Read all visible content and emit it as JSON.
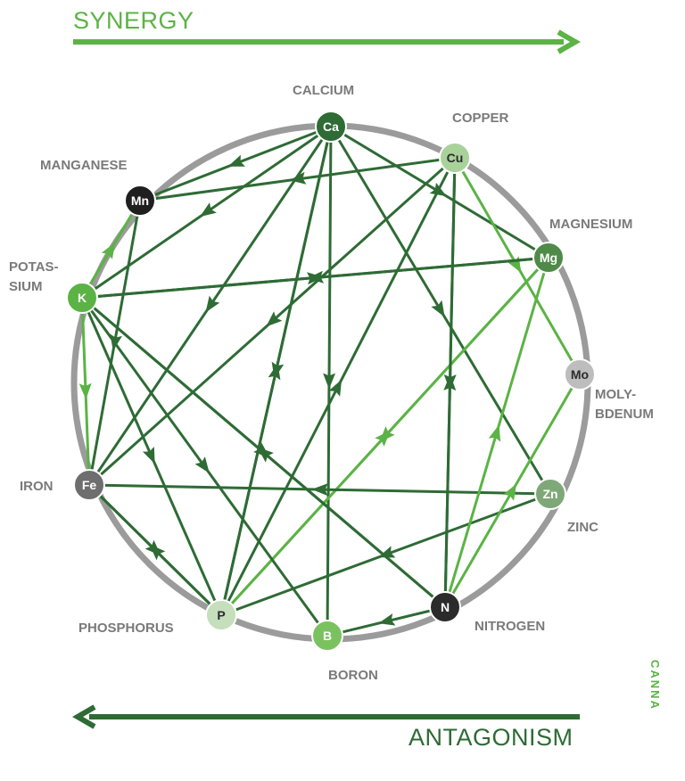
{
  "legend": {
    "synergy_label": "SYNERGY",
    "antagonism_label": "ANTAGONISM",
    "synergy_color": "#5bb345",
    "antagonism_color": "#2e6b35"
  },
  "brand": {
    "name": "CANNA"
  },
  "nodes": [
    {
      "id": "Ca",
      "symbol": "Ca",
      "name_lines": [
        "CALCIUM"
      ],
      "fill": "#2e6b35",
      "text_color": "#ffffff"
    },
    {
      "id": "Cu",
      "symbol": "Cu",
      "name_lines": [
        "COPPER"
      ],
      "fill": "#a9d29b",
      "text_color": "#2b2b2b"
    },
    {
      "id": "Mg",
      "symbol": "Mg",
      "name_lines": [
        "MAGNESIUM"
      ],
      "fill": "#4f8a48",
      "text_color": "#ffffff"
    },
    {
      "id": "Mo",
      "symbol": "Mo",
      "name_lines": [
        "MOLY-",
        "BDENUM"
      ],
      "fill": "#bdbdbd",
      "text_color": "#2b2b2b"
    },
    {
      "id": "Zn",
      "symbol": "Zn",
      "name_lines": [
        "ZINC"
      ],
      "fill": "#7fa878",
      "text_color": "#ffffff"
    },
    {
      "id": "N",
      "symbol": "N",
      "name_lines": [
        "NITROGEN"
      ],
      "fill": "#2b2b2b",
      "text_color": "#ffffff"
    },
    {
      "id": "B",
      "symbol": "B",
      "name_lines": [
        "BORON"
      ],
      "fill": "#7ac25f",
      "text_color": "#ffffff"
    },
    {
      "id": "P",
      "symbol": "P",
      "name_lines": [
        "PHOSPHORUS"
      ],
      "fill": "#c5dfbc",
      "text_color": "#2b2b2b"
    },
    {
      "id": "Fe",
      "symbol": "Fe",
      "name_lines": [
        "IRON"
      ],
      "fill": "#6e6e6e",
      "text_color": "#ffffff"
    },
    {
      "id": "K",
      "symbol": "K",
      "name_lines": [
        "POTAS-",
        "SIUM"
      ],
      "fill": "#5bb345",
      "text_color": "#ffffff"
    },
    {
      "id": "Mn",
      "symbol": "Mn",
      "name_lines": [
        "MANGANESE"
      ],
      "fill": "#1f1f1f",
      "text_color": "#ffffff"
    }
  ],
  "links": [
    {
      "from": "Ca",
      "to": "Mn",
      "type": "antagonism"
    },
    {
      "from": "Ca",
      "to": "K",
      "type": "antagonism"
    },
    {
      "from": "Ca",
      "to": "Mg",
      "type": "antagonism"
    },
    {
      "from": "Ca",
      "to": "B",
      "type": "antagonism"
    },
    {
      "from": "Ca",
      "to": "Fe",
      "type": "antagonism"
    },
    {
      "from": "Ca",
      "to": "Zn",
      "type": "antagonism"
    },
    {
      "from": "Ca",
      "to": "P",
      "type": "antagonism"
    },
    {
      "from": "P",
      "to": "Ca",
      "type": "antagonism"
    },
    {
      "from": "Cu",
      "to": "Mn",
      "type": "antagonism"
    },
    {
      "from": "Cu",
      "to": "Fe",
      "type": "antagonism"
    },
    {
      "from": "Cu",
      "to": "N",
      "type": "antagonism"
    },
    {
      "from": "Cu",
      "to": "Mo",
      "type": "synergy"
    },
    {
      "from": "Mg",
      "to": "K",
      "type": "antagonism"
    },
    {
      "from": "K",
      "to": "Mg",
      "type": "antagonism"
    },
    {
      "from": "Mg",
      "to": "P",
      "type": "synergy"
    },
    {
      "from": "P",
      "to": "Mg",
      "type": "synergy"
    },
    {
      "from": "K",
      "to": "Mn",
      "type": "synergy"
    },
    {
      "from": "K",
      "to": "Fe",
      "type": "synergy"
    },
    {
      "from": "K",
      "to": "B",
      "type": "antagonism"
    },
    {
      "from": "K",
      "to": "N",
      "type": "antagonism"
    },
    {
      "from": "N",
      "to": "K",
      "type": "antagonism"
    },
    {
      "from": "K",
      "to": "P",
      "type": "antagonism"
    },
    {
      "from": "Mn",
      "to": "Fe",
      "type": "antagonism"
    },
    {
      "from": "Fe",
      "to": "P",
      "type": "antagonism"
    },
    {
      "from": "P",
      "to": "Fe",
      "type": "antagonism"
    },
    {
      "from": "Zn",
      "to": "Fe",
      "type": "antagonism"
    },
    {
      "from": "Zn",
      "to": "P",
      "type": "antagonism"
    },
    {
      "from": "N",
      "to": "B",
      "type": "antagonism"
    },
    {
      "from": "N",
      "to": "Cu",
      "type": "antagonism"
    },
    {
      "from": "N",
      "to": "Mg",
      "type": "synergy"
    },
    {
      "from": "N",
      "to": "Mo",
      "type": "synergy"
    },
    {
      "from": "P",
      "to": "Cu",
      "type": "antagonism"
    }
  ]
}
